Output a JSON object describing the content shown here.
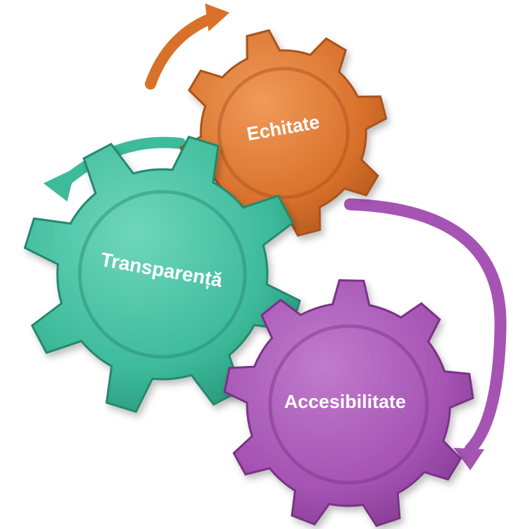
{
  "diagram": {
    "gears": [
      {
        "id": "echitate",
        "label": "Echitate",
        "color": "#D9712B",
        "shade": "#A9521A"
      },
      {
        "id": "transparenta",
        "label": "Transparență",
        "color": "#3DBB9B",
        "shade": "#25876E"
      },
      {
        "id": "accesibilitate",
        "label": "Accesibilitate",
        "color": "#A554B3",
        "shade": "#7A3385"
      }
    ],
    "arrows": [
      {
        "id": "arrow-orange",
        "color": "#D9712B"
      },
      {
        "id": "arrow-teal",
        "color": "#3DBB9B"
      },
      {
        "id": "arrow-purple",
        "color": "#A554B3"
      }
    ]
  }
}
